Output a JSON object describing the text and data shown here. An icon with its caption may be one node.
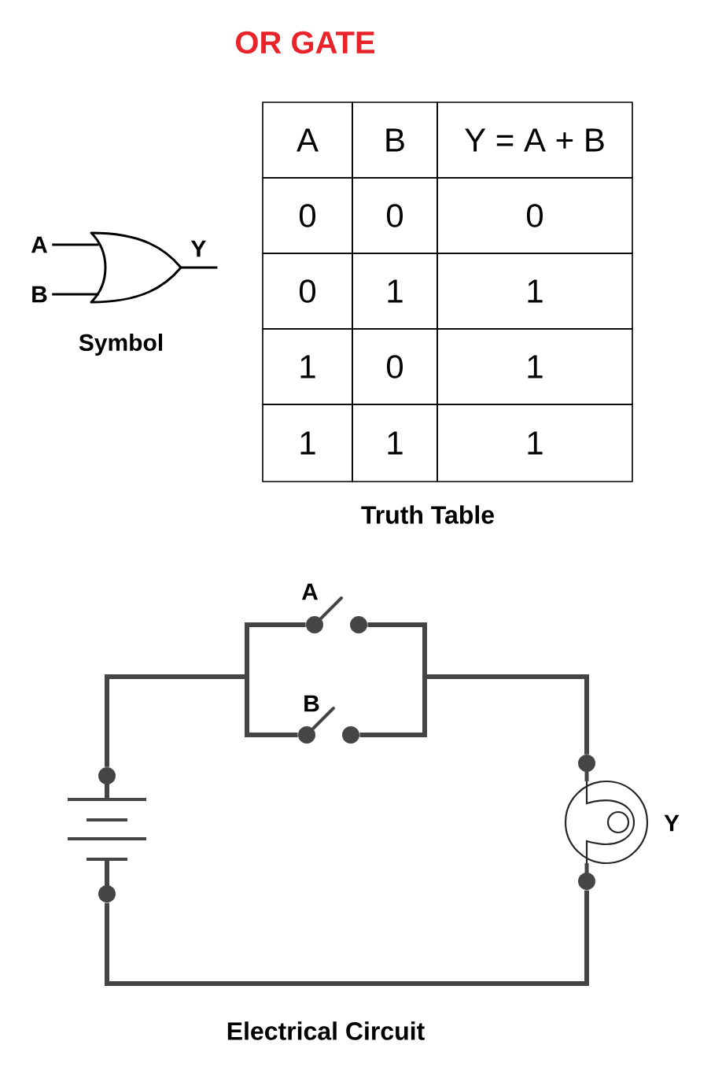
{
  "diagram": {
    "title": "OR GATE",
    "nodes": [
      {
        "text": [
          "A"
        ]
      },
      {
        "text": [
          "B"
        ]
      },
      {
        "text": [],
        "shape": "gate",
        "beside": [
          "Symbol"
        ]
      },
      {
        "text": [],
        "shape": "switch",
        "beside": [
          "A"
        ]
      },
      {
        "text": [],
        "shape": "switch",
        "beside": [
          "B"
        ]
      },
      {
        "text": [],
        "shape": "battery"
      },
      {
        "text": [],
        "shape": "lamp",
        "beside": [
          "Y"
        ]
      }
    ],
    "edges": [
      {
        "from": 0,
        "to": 2,
        "arrow": "none"
      },
      {
        "from": 1,
        "to": 2,
        "arrow": "none"
      },
      {
        "from": 2,
        "to": null,
        "arrow": "none",
        "label": "Y"
      },
      {
        "from": 5,
        "to": 3,
        "arrow": "none"
      },
      {
        "from": 5,
        "to": 4,
        "arrow": "none"
      },
      {
        "from": 3,
        "to": 6,
        "arrow": "none"
      },
      {
        "from": 4,
        "to": 6,
        "arrow": "none"
      },
      {
        "from": 6,
        "to": 5,
        "arrow": "none"
      }
    ],
    "labels": [
      "A",
      "B",
      "Y = A + B",
      "0",
      "0",
      "0",
      "0",
      "1",
      "1",
      "1",
      "0",
      "1",
      "1",
      "1",
      "1",
      "Truth Table",
      "Electrical Circuit"
    ]
  }
}
